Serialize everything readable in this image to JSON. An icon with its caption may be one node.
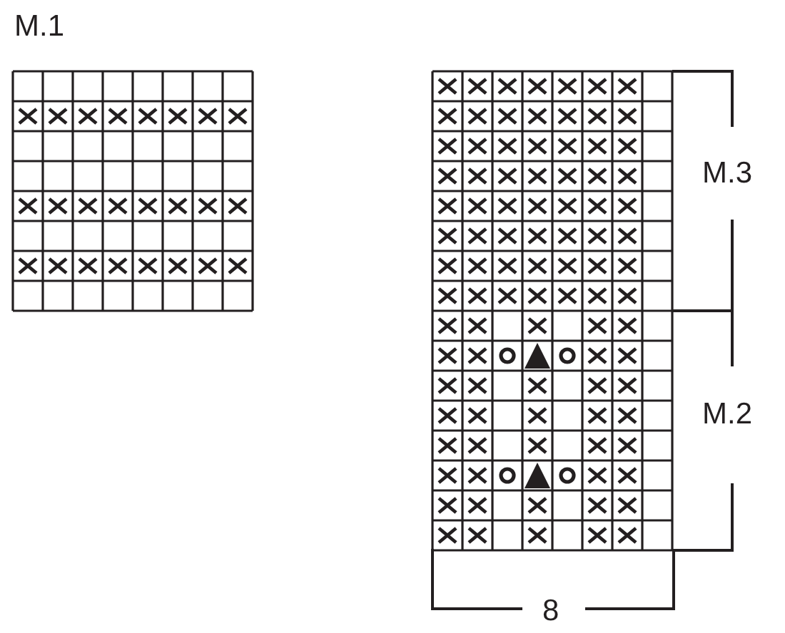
{
  "diagram": {
    "labels": [
      "M.1",
      "M.3",
      "M.2",
      "8"
    ]
  }
}
